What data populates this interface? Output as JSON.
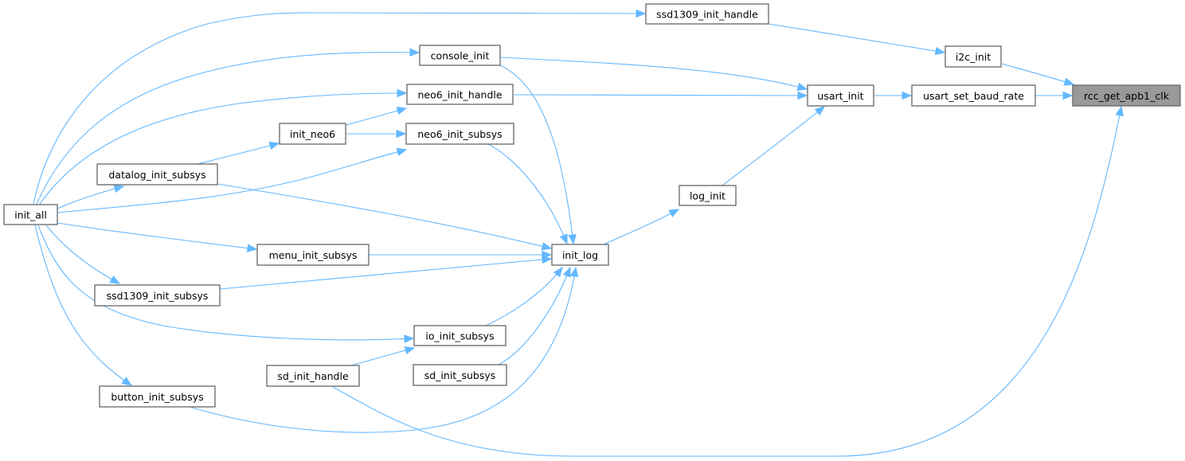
{
  "graph": {
    "title": "Caller graph",
    "root": "rcc_get_apb1_clk",
    "colors": {
      "edge": "#63b8ff",
      "node_border": "#666666",
      "node_fill": "#ffffff",
      "root_fill": "#999999"
    },
    "nodes": [
      {
        "id": "rcc_get_apb1_clk",
        "label": "rcc_get_apb1_clk",
        "root": true
      },
      {
        "id": "i2c_init",
        "label": "i2c_init"
      },
      {
        "id": "usart_set_baud_rate",
        "label": "usart_set_baud_rate"
      },
      {
        "id": "usart_init",
        "label": "usart_init"
      },
      {
        "id": "ssd1309_init_handle",
        "label": "ssd1309_init_handle"
      },
      {
        "id": "console_init",
        "label": "console_init"
      },
      {
        "id": "neo6_init_handle",
        "label": "neo6_init_handle"
      },
      {
        "id": "neo6_init_subsys",
        "label": "neo6_init_subsys"
      },
      {
        "id": "init_neo6",
        "label": "init_neo6"
      },
      {
        "id": "datalog_init_subsys",
        "label": "datalog_init_subsys"
      },
      {
        "id": "init_all",
        "label": "init_all"
      },
      {
        "id": "log_init",
        "label": "log_init"
      },
      {
        "id": "init_log",
        "label": "init_log"
      },
      {
        "id": "menu_init_subsys",
        "label": "menu_init_subsys"
      },
      {
        "id": "ssd1309_init_subsys",
        "label": "ssd1309_init_subsys"
      },
      {
        "id": "io_init_subsys",
        "label": "io_init_subsys"
      },
      {
        "id": "sd_init_subsys",
        "label": "sd_init_subsys"
      },
      {
        "id": "sd_init_handle",
        "label": "sd_init_handle"
      },
      {
        "id": "button_init_subsys",
        "label": "button_init_subsys"
      }
    ],
    "edges": [
      {
        "from": "i2c_init",
        "to": "rcc_get_apb1_clk"
      },
      {
        "from": "usart_set_baud_rate",
        "to": "rcc_get_apb1_clk"
      },
      {
        "from": "sd_init_handle",
        "to": "rcc_get_apb1_clk"
      },
      {
        "from": "ssd1309_init_handle",
        "to": "i2c_init"
      },
      {
        "from": "usart_init",
        "to": "usart_set_baud_rate"
      },
      {
        "from": "console_init",
        "to": "usart_init"
      },
      {
        "from": "neo6_init_handle",
        "to": "usart_init"
      },
      {
        "from": "log_init",
        "to": "usart_init"
      },
      {
        "from": "init_log",
        "to": "log_init"
      },
      {
        "from": "init_all",
        "to": "ssd1309_init_handle"
      },
      {
        "from": "init_all",
        "to": "console_init"
      },
      {
        "from": "init_all",
        "to": "neo6_init_handle"
      },
      {
        "from": "init_neo6",
        "to": "neo6_init_handle"
      },
      {
        "from": "init_all",
        "to": "neo6_init_subsys"
      },
      {
        "from": "init_neo6",
        "to": "neo6_init_subsys"
      },
      {
        "from": "datalog_init_subsys",
        "to": "init_neo6"
      },
      {
        "from": "init_all",
        "to": "datalog_init_subsys"
      },
      {
        "from": "console_init",
        "to": "init_log"
      },
      {
        "from": "neo6_init_subsys",
        "to": "init_log"
      },
      {
        "from": "datalog_init_subsys",
        "to": "init_log"
      },
      {
        "from": "menu_init_subsys",
        "to": "init_log"
      },
      {
        "from": "ssd1309_init_subsys",
        "to": "init_log"
      },
      {
        "from": "io_init_subsys",
        "to": "init_log"
      },
      {
        "from": "sd_init_subsys",
        "to": "init_log"
      },
      {
        "from": "button_init_subsys",
        "to": "init_log"
      },
      {
        "from": "init_all",
        "to": "menu_init_subsys"
      },
      {
        "from": "init_all",
        "to": "ssd1309_init_subsys"
      },
      {
        "from": "init_all",
        "to": "io_init_subsys"
      },
      {
        "from": "sd_init_handle",
        "to": "io_init_subsys"
      },
      {
        "from": "init_all",
        "to": "button_init_subsys"
      }
    ]
  }
}
